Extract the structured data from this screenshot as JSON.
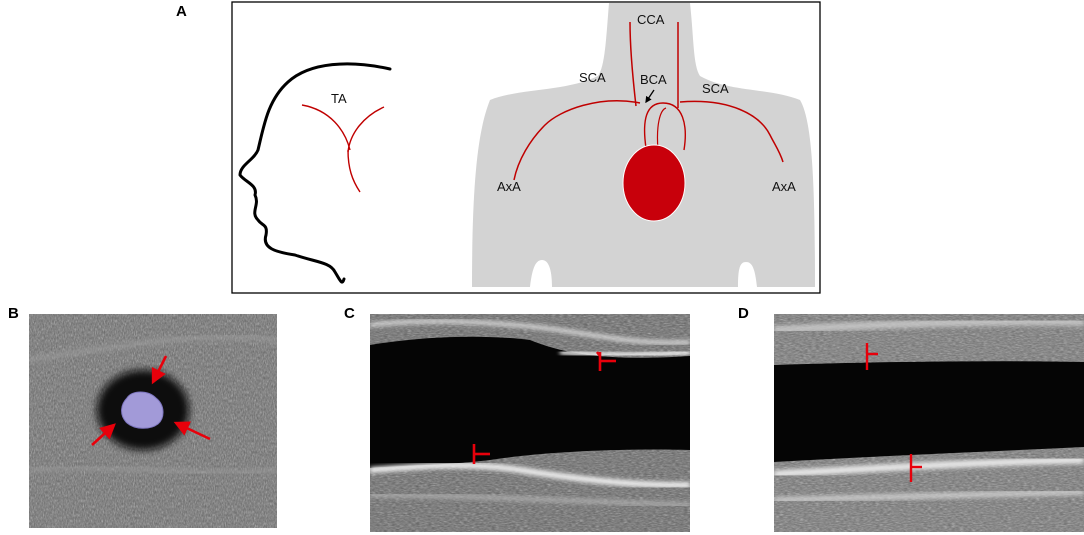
{
  "panels": {
    "a": {
      "letter": "A"
    },
    "b": {
      "letter": "B"
    },
    "c": {
      "letter": "C"
    },
    "d": {
      "letter": "D"
    }
  },
  "labels": {
    "ta": "TA",
    "cca": "CCA",
    "bca": "BCA",
    "sca_left": "SCA",
    "sca_right": "SCA",
    "axa_left": "AxA",
    "axa_right": "AxA"
  },
  "colors": {
    "artery": "#c00000",
    "heart_fill": "#c8000b",
    "torso": "#d3d3d3",
    "halo_marker": "#9b93d6"
  },
  "icons": {
    "arrow_marker": "arrow-icon",
    "imt_marker": "caliper-icon"
  }
}
